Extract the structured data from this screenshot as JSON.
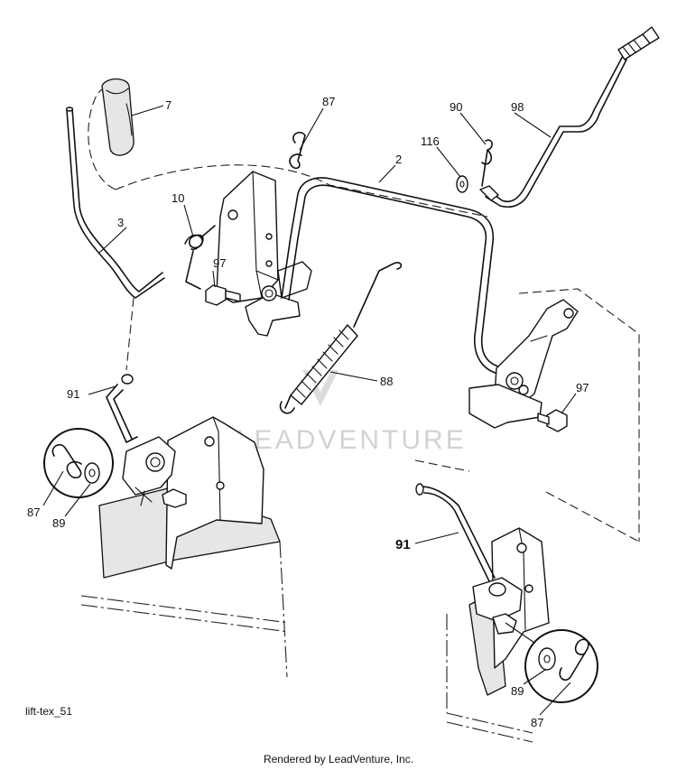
{
  "diagram": {
    "callouts": [
      {
        "id": "c7",
        "label": "7"
      },
      {
        "id": "c87a",
        "label": "87"
      },
      {
        "id": "c90",
        "label": "90"
      },
      {
        "id": "c98",
        "label": "98"
      },
      {
        "id": "c116",
        "label": "116"
      },
      {
        "id": "c2",
        "label": "2"
      },
      {
        "id": "c10",
        "label": "10"
      },
      {
        "id": "c3",
        "label": "3"
      },
      {
        "id": "c97a",
        "label": "97"
      },
      {
        "id": "c88",
        "label": "88"
      },
      {
        "id": "c91a",
        "label": "91"
      },
      {
        "id": "c97b",
        "label": "97"
      },
      {
        "id": "c87b",
        "label": "87"
      },
      {
        "id": "c89a",
        "label": "89"
      },
      {
        "id": "c91b",
        "label": "91"
      },
      {
        "id": "c89b",
        "label": "89"
      },
      {
        "id": "c87c",
        "label": "87"
      }
    ],
    "watermark": "LEADVENTURE",
    "drawing_code": "lift-tex_51",
    "footer": "Rendered by LeadVenture, Inc."
  }
}
